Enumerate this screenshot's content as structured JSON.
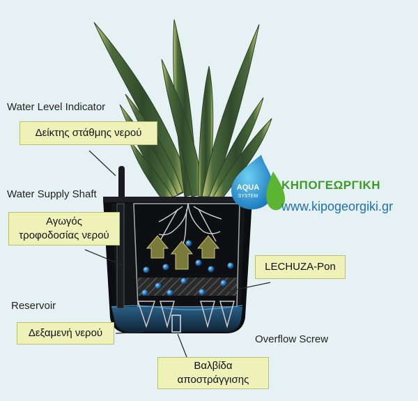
{
  "labels": {
    "water_level_en": "Water Level Indicator",
    "water_level_gr": "Δείκτης στάθμης νερού",
    "supply_shaft_en": "Water Supply Shaft",
    "supply_shaft_gr_line1": "Αγωγός",
    "supply_shaft_gr_line2": "τροφοδοσίας νερού",
    "pon_gr": "LECHUZA-Pon",
    "reservoir_en": "Reservoir",
    "reservoir_gr": "Δεξαμενή νερού",
    "overflow_en": "Overflow Screw",
    "overflow_gr_line1": "Βαλβίδα",
    "overflow_gr_line2": "αποστράγγισης"
  },
  "brand": {
    "logo_line1": "AQUA",
    "logo_line2": "SYSTEM",
    "name": "ΚΗΠΟΓΕΩΡΓΙΚΗ",
    "url": "www.kipogeorgiki.gr"
  },
  "colors": {
    "background": "#e6f1f3",
    "label_box": "#eef2b8",
    "pot": "#0c0d10",
    "water": "#4aa3d6",
    "leaf": "#3d5a34",
    "leaf_edge": "#c9cf7a",
    "arrow": "#7a7a3a",
    "brand_green": "#3d9a2a",
    "brand_blue": "#1f6fb5"
  }
}
